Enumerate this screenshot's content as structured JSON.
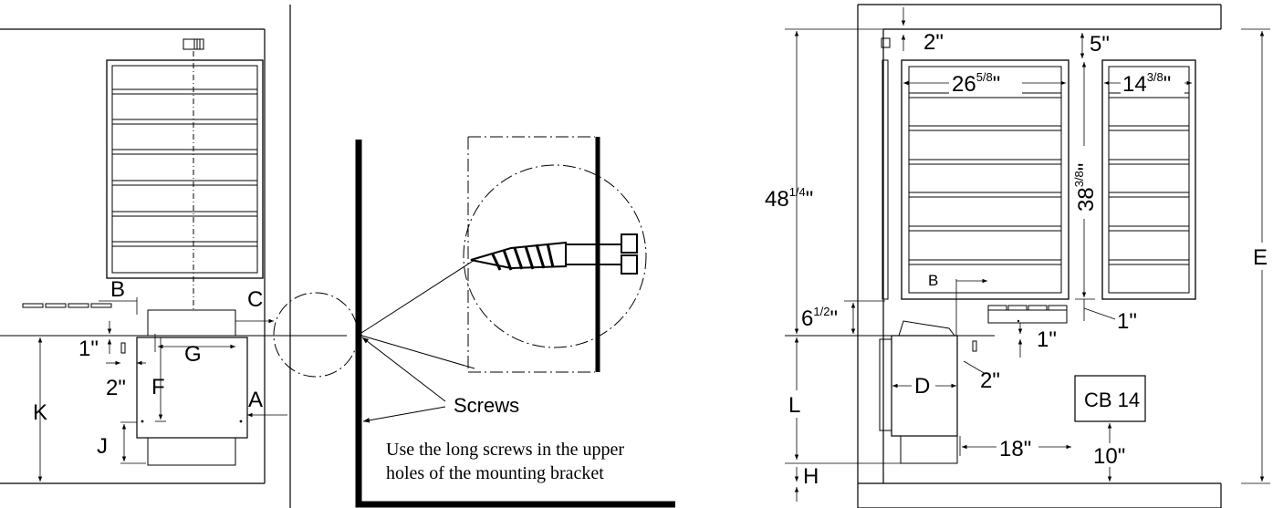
{
  "left_view": {
    "letters": {
      "a": "A",
      "b": "B",
      "c": "C",
      "f": "F",
      "g": "G",
      "j": "J",
      "k": "K"
    },
    "dims": {
      "one_inch": "1\"",
      "two_inch": "2\""
    }
  },
  "middle_view": {
    "screws_label": "Screws",
    "note_line1": "Use the long screws in the upper",
    "note_line2": "holes of the mounting bracket"
  },
  "right_view": {
    "dims": {
      "top_clear": "2\"",
      "top_gap": "5\"",
      "total_height_main": "48",
      "total_height_frac": "1/4",
      "width_left_main": "26",
      "width_left_frac": "5/8",
      "width_right_main": "14",
      "width_right_frac": "3/8",
      "height_door_main": "38",
      "height_door_frac": "3/8",
      "side_gap_main": "6",
      "side_gap_frac": "1/2",
      "under_gap": "1\"",
      "heater_gap": "1\"",
      "heater_side": "2\"",
      "floor_dist": "18\"",
      "cb_clear": "10\""
    },
    "letters": {
      "b": "B",
      "d": "D",
      "e": "E",
      "h": "H",
      "l": "L"
    },
    "inch_mark": "\"",
    "cb_label": "CB 14"
  }
}
